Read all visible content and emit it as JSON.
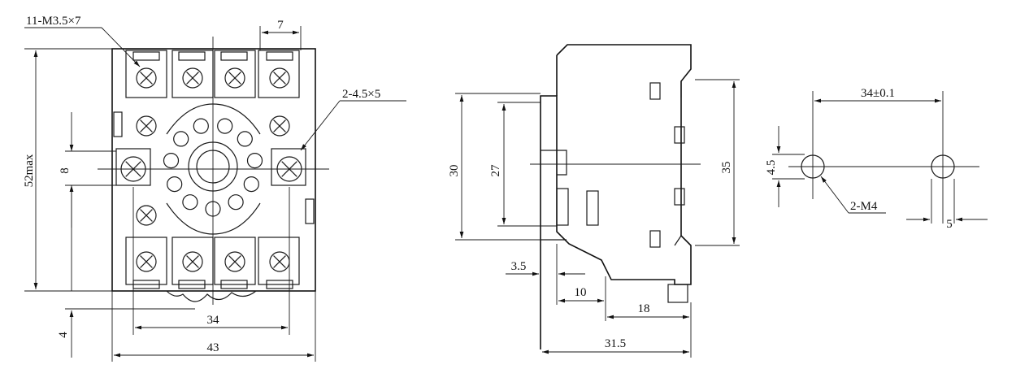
{
  "front_view": {
    "callout_screws": "11-M3.5×7",
    "callout_holes": "2-4.5×5",
    "dim_terminal_width": "7",
    "dim_height_max": "52max",
    "dim_hole_height": "8",
    "dim_hole_spacing": "34",
    "dim_offset": "4",
    "dim_overall_width": "43"
  },
  "side_view": {
    "dim_30": "30",
    "dim_27": "27",
    "dim_35": "35",
    "dim_3_5": "3.5",
    "dim_10": "10",
    "dim_18": "18",
    "dim_31_5": "31.5"
  },
  "mount_view": {
    "dim_spacing": "34±0.1",
    "dim_4_5": "4.5",
    "callout_thread": "2-M4",
    "dim_5": "5"
  }
}
